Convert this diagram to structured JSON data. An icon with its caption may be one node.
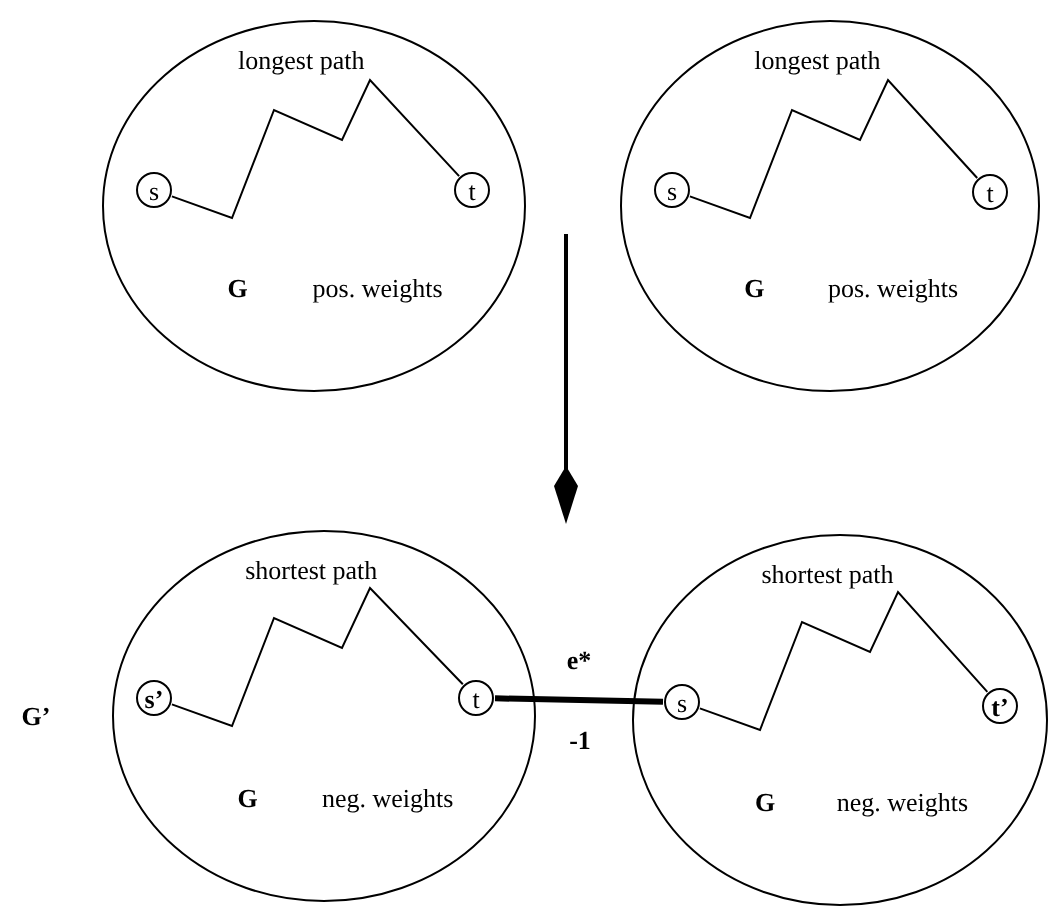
{
  "diagram": {
    "nodes": [
      {
        "text": [
          "longest path",
          "G",
          "pos. weights"
        ]
      },
      {
        "text": [
          "s"
        ],
        "in": 0
      },
      {
        "text": [
          "t"
        ],
        "in": 0
      },
      {
        "text": [
          "longest path",
          "G",
          "pos. weights"
        ]
      },
      {
        "text": [
          "s"
        ],
        "in": 3
      },
      {
        "text": [
          "t"
        ],
        "in": 3
      },
      {
        "text": [
          "shortest path",
          "G",
          "neg. weights"
        ]
      },
      {
        "text": [
          "s’"
        ],
        "in": 6
      },
      {
        "text": [
          "t"
        ],
        "in": 6
      },
      {
        "text": [
          "shortest path",
          "G",
          "neg. weights"
        ]
      },
      {
        "text": [
          "s"
        ],
        "in": 9
      },
      {
        "text": [
          "t’"
        ],
        "in": 9
      }
    ],
    "edges": [
      {
        "from": 1,
        "to": 2,
        "arrow": "none"
      },
      {
        "from": 4,
        "to": 5,
        "arrow": "none"
      },
      {
        "from": 7,
        "to": 8,
        "arrow": "none"
      },
      {
        "from": 10,
        "to": 11,
        "arrow": "none"
      },
      {
        "from": 8,
        "to": 10,
        "arrow": "none",
        "label": "e*",
        "style": "thick"
      }
    ],
    "labels": [
      "G’",
      "-1"
    ]
  }
}
